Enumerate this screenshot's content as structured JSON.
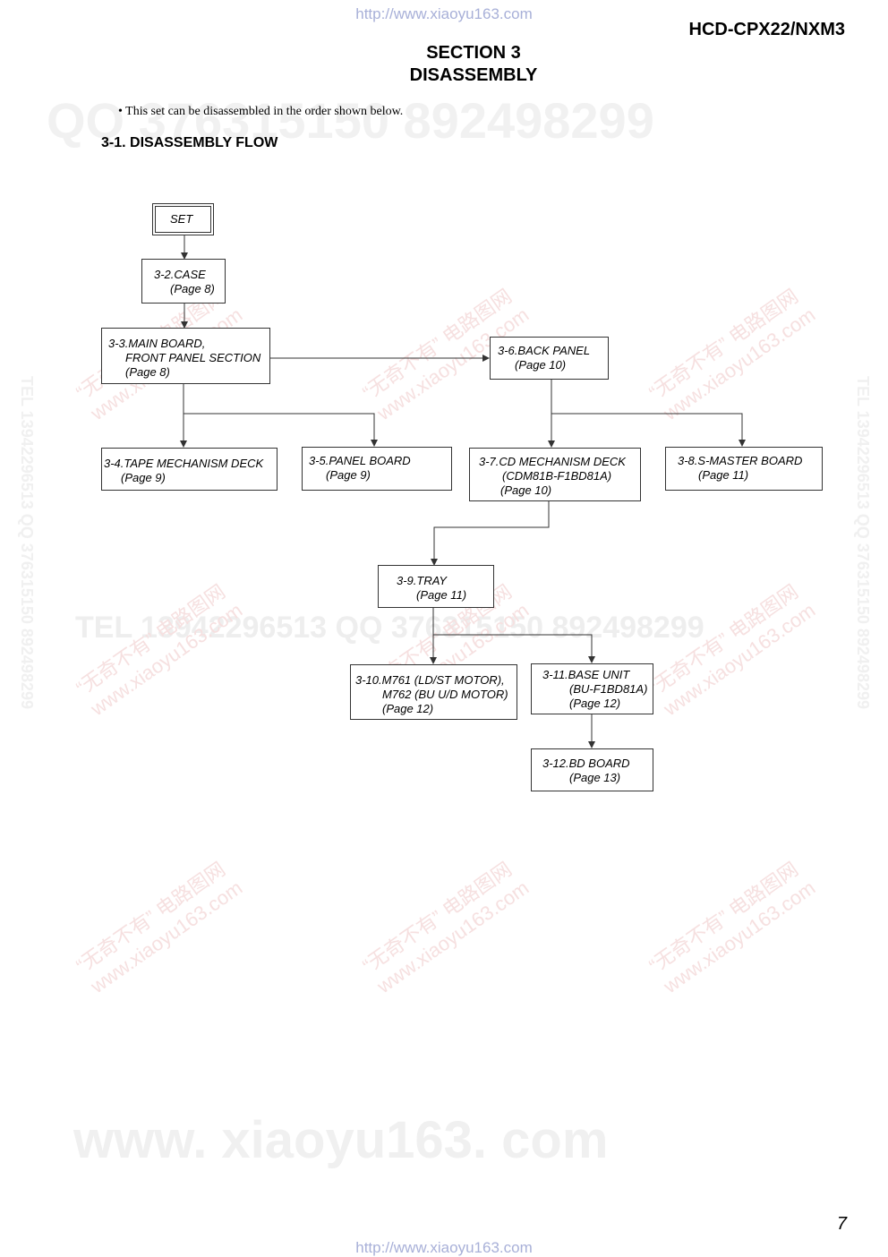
{
  "header": {
    "url_top": "http://www.xiaoyu163.com",
    "model": "HCD-CPX22/NXM3",
    "section": "SECTION 3",
    "title": "DISASSEMBLY"
  },
  "intro": "• This set can be disassembled in the order shown below.",
  "subhead": "3-1.   DISASSEMBLY  FLOW",
  "flow": {
    "set": "SET",
    "case": {
      "title": "3-2.CASE",
      "page": "(Page 8)"
    },
    "main_board": {
      "title": "3-3.MAIN BOARD,",
      "line2": "FRONT PANEL SECTION",
      "page": "(Page 8)"
    },
    "back_panel": {
      "title": "3-6.BACK PANEL",
      "page": "(Page 10)"
    },
    "tape_deck": {
      "title": "3-4.TAPE MECHANISM DECK",
      "page": "(Page 9)"
    },
    "panel_board": {
      "title": "3-5.PANEL BOARD",
      "page": "(Page 9)"
    },
    "cd_deck": {
      "title": "3-7.CD MECHANISM DECK",
      "line2": "(CDM81B-F1BD81A)",
      "page": "(Page 10)"
    },
    "s_master": {
      "title": "3-8.S-MASTER BOARD",
      "page": "(Page 11)"
    },
    "tray": {
      "title": "3-9.TRAY",
      "page": "(Page 11)"
    },
    "motor": {
      "title": "3-10.M761 (LD/ST MOTOR),",
      "line2": "M762 (BU U/D MOTOR)",
      "page": "(Page 12)"
    },
    "base_unit": {
      "title": "3-11.BASE UNIT",
      "line2": "(BU-F1BD81A)",
      "page": "(Page 12)"
    },
    "bd_board": {
      "title": "3-12.BD BOARD",
      "page": "(Page 13)"
    }
  },
  "watermarks": {
    "qq": "QQ 376315150    892498299",
    "tel": "TEL 13942296513    QQ 376315150   892498299",
    "site": "www. xiaoyu163. com",
    "diag_1": "“无奇不有” 电路图网",
    "diag_2": "www.xiaoyu163.com",
    "vertical": "TEL 13942296513  QQ 376315150  892498299"
  },
  "footer": {
    "page_number": "7",
    "url_bottom": "http://www.xiaoyu163.com"
  }
}
